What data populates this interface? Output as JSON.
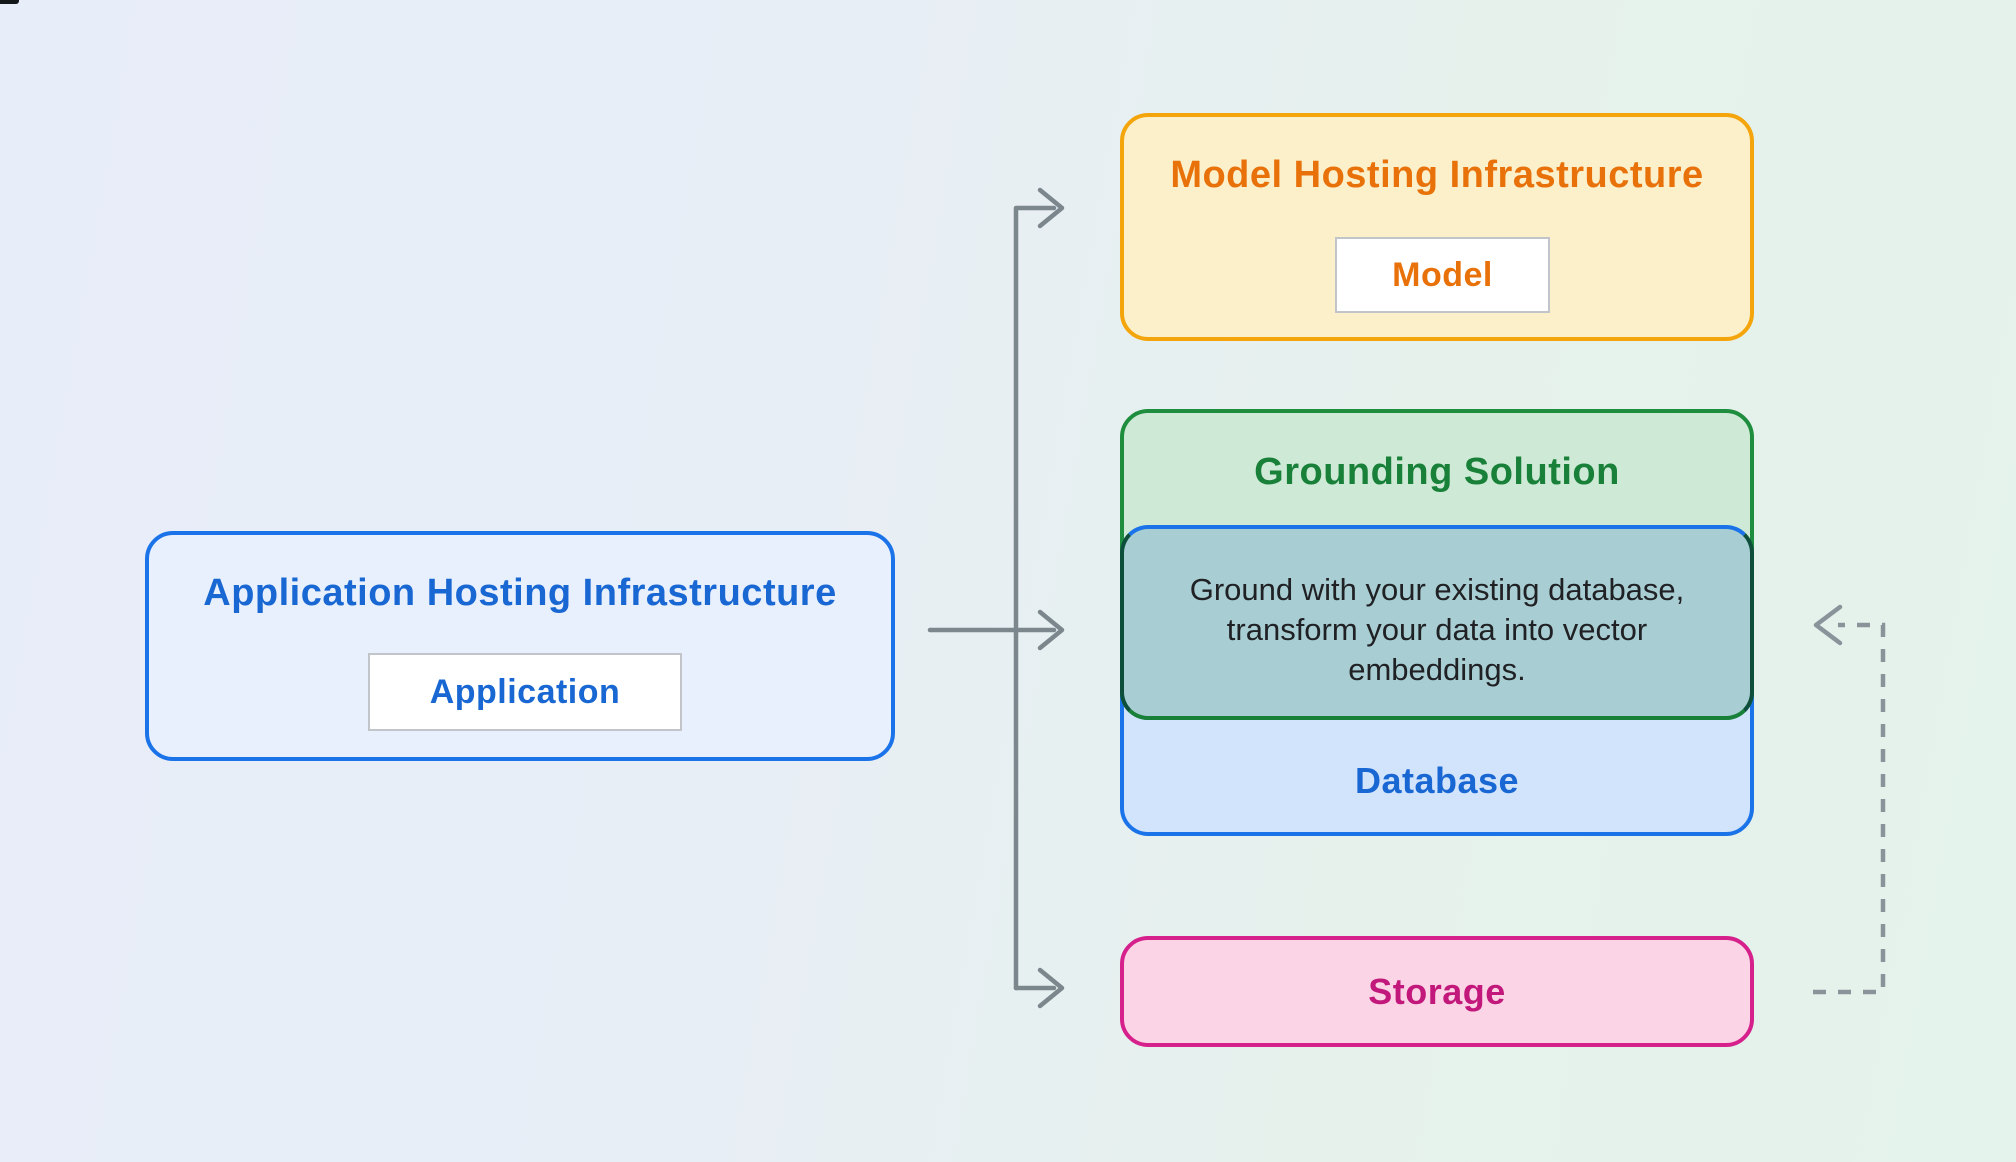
{
  "diagram": {
    "application": {
      "title": "Application Hosting Infrastructure",
      "chip": "Application"
    },
    "model": {
      "title": "Model Hosting Infrastructure",
      "chip": "Model"
    },
    "grounding": {
      "title": "Grounding Solution",
      "note_lines": [
        "Ground with your existing database,",
        "transform your data into vector",
        "embeddings."
      ]
    },
    "database": {
      "label": "Database"
    },
    "storage": {
      "label": "Storage"
    }
  },
  "colors": {
    "background_left": "#E8EDFA",
    "background_right": "#E4F3EB",
    "blue_border": "#1A73E8",
    "blue_fill": "#E8F0FE",
    "blue_text": "#1967D2",
    "database_fill": "#D2E3FC",
    "yellow_border": "#F4A50C",
    "yellow_fill": "#FBF0CA",
    "orange_text": "#E8710A",
    "green_border": "#1E8E3E",
    "green_fill": "#CEEAD6",
    "green_text": "#188038",
    "teal_overlap_fill": "#A8CED3",
    "teal_overlap_side_border": "#0E4F3C",
    "note_text": "#202124",
    "pink_border": "#D6218C",
    "pink_fill": "#FBD4E5",
    "pink_text": "#C2187B",
    "solid_arrow": "#7C868D",
    "dashed_arrow": "#8A9399",
    "chip_border": "#C1C5C9",
    "chip_fill": "#FFFFFF"
  }
}
